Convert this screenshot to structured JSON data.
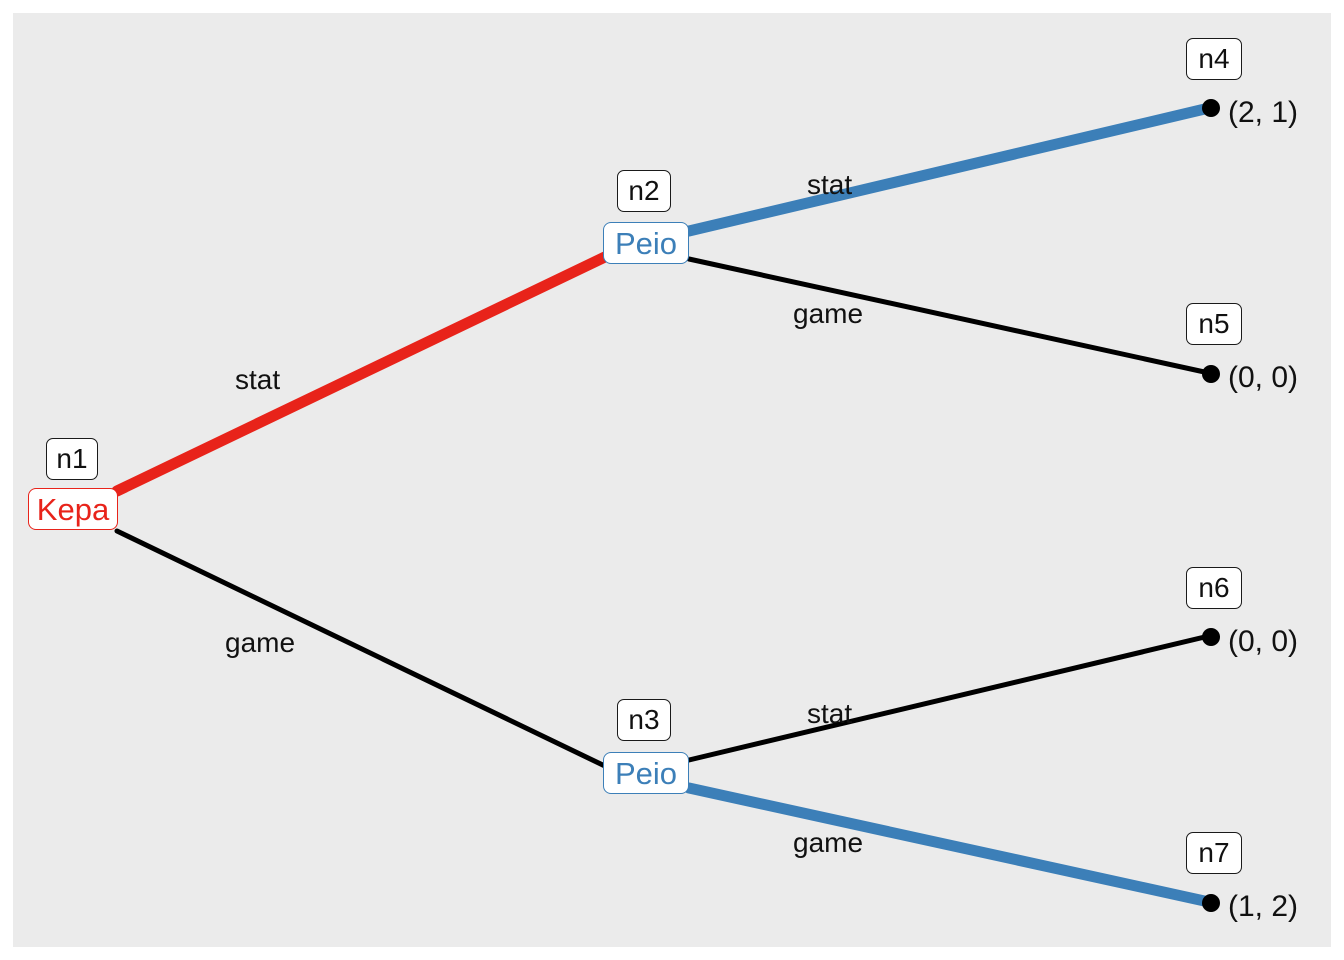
{
  "diagram": {
    "title": "extensive-form-game-tree",
    "background_color": "#ebebeb",
    "page_color": "#ffffff",
    "colors": {
      "player1": "#e8231a",
      "player2": "#3c7fb8",
      "default_edge": "#000000",
      "text": "#111111"
    },
    "nodes": [
      {
        "id": "n1",
        "label": "Kepa",
        "type": "decision",
        "player": "Kepa",
        "color": "#e8231a"
      },
      {
        "id": "n2",
        "label": "Peio",
        "type": "decision",
        "player": "Peio",
        "color": "#3c7fb8"
      },
      {
        "id": "n3",
        "label": "Peio",
        "type": "decision",
        "player": "Peio",
        "color": "#3c7fb8"
      },
      {
        "id": "n4",
        "label": "",
        "type": "terminal",
        "payoff": "(2, 1)"
      },
      {
        "id": "n5",
        "label": "",
        "type": "terminal",
        "payoff": "(0, 0)"
      },
      {
        "id": "n6",
        "label": "",
        "type": "terminal",
        "payoff": "(0, 0)"
      },
      {
        "id": "n7",
        "label": "",
        "type": "terminal",
        "payoff": "(1, 2)"
      }
    ],
    "edges": [
      {
        "from": "n1",
        "to": "n2",
        "label": "stat",
        "color": "#e8231a",
        "highlighted": true
      },
      {
        "from": "n1",
        "to": "n3",
        "label": "game",
        "color": "#000000",
        "highlighted": false
      },
      {
        "from": "n2",
        "to": "n4",
        "label": "stat",
        "color": "#3c7fb8",
        "highlighted": true
      },
      {
        "from": "n2",
        "to": "n5",
        "label": "game",
        "color": "#000000",
        "highlighted": false
      },
      {
        "from": "n3",
        "to": "n6",
        "label": "stat",
        "color": "#000000",
        "highlighted": false
      },
      {
        "from": "n3",
        "to": "n7",
        "label": "game",
        "color": "#3c7fb8",
        "highlighted": true
      }
    ]
  }
}
